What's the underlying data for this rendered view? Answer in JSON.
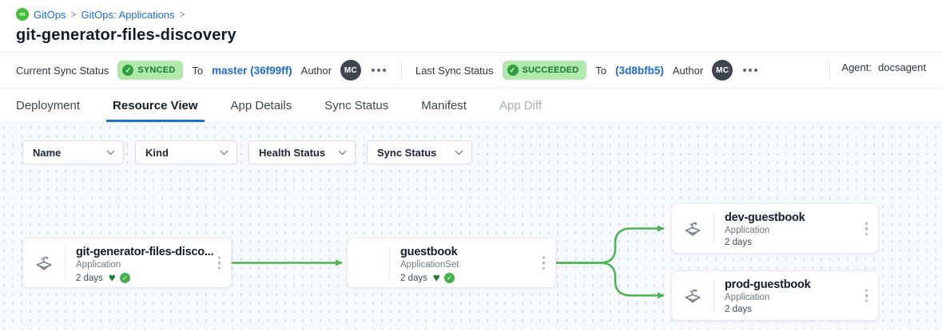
{
  "breadcrumb": {
    "logo_icon": "gitops-infinity-icon",
    "items": [
      "GitOps",
      "GitOps: Applications"
    ],
    "separator": ">"
  },
  "page": {
    "title": "git-generator-files-discovery"
  },
  "status_bar": {
    "current": {
      "label": "Current Sync Status",
      "badge": "SYNCED",
      "badge_icon": "check-circle-icon",
      "to_label": "To",
      "revision": "master (36f99ff)",
      "author_label": "Author",
      "author_initials": "MC"
    },
    "last": {
      "label": "Last Sync Status",
      "badge": "SUCCEEDED",
      "badge_icon": "check-circle-icon",
      "to_label": "To",
      "revision": "(3d8bfb5)",
      "author_label": "Author",
      "author_initials": "MC"
    },
    "agent": {
      "label": "Agent:",
      "value": "docsagent"
    }
  },
  "tabs": [
    {
      "label": "Deployment",
      "state": ""
    },
    {
      "label": "Resource View",
      "state": "active"
    },
    {
      "label": "App Details",
      "state": ""
    },
    {
      "label": "Sync Status",
      "state": ""
    },
    {
      "label": "Manifest",
      "state": ""
    },
    {
      "label": "App Diff",
      "state": "disabled"
    }
  ],
  "filters": [
    "Name",
    "Kind",
    "Health Status",
    "Sync Status"
  ],
  "graph": {
    "nodes": [
      {
        "name": "git-generator-files-disco...",
        "kind": "Application",
        "age": "2 days",
        "type_icon": "argo-application-icon",
        "show_icon": true,
        "health_icons": [
          "heart-icon",
          "check-circle-icon"
        ]
      },
      {
        "name": "guestbook",
        "kind": "ApplicationSet",
        "age": "2 days",
        "type_icon": "",
        "show_icon": false,
        "health_icons": [
          "heart-icon",
          "check-circle-icon"
        ]
      },
      {
        "name": "dev-guestbook",
        "kind": "Application",
        "age": "2 days",
        "type_icon": "argo-application-icon",
        "show_icon": true,
        "health_icons": null
      },
      {
        "name": "prod-guestbook",
        "kind": "Application",
        "age": "2 days",
        "type_icon": "argo-application-icon",
        "show_icon": true,
        "health_icons": null
      }
    ],
    "edges": [
      {
        "from": "git-generator-files-disco...",
        "to": "guestbook"
      },
      {
        "from": "guestbook",
        "to": "dev-guestbook"
      },
      {
        "from": "guestbook",
        "to": "prod-guestbook"
      }
    ],
    "edge_color": "#49b84b"
  },
  "colors": {
    "accent_blue": "#1a6ce0",
    "tab_underline": "#1a73d1",
    "badge_bg": "#b2e8ac",
    "badge_text": "#147a26",
    "edge_green": "#49b84b",
    "logo_green": "#3cc13b",
    "avatar_bg": "#3e4450"
  }
}
